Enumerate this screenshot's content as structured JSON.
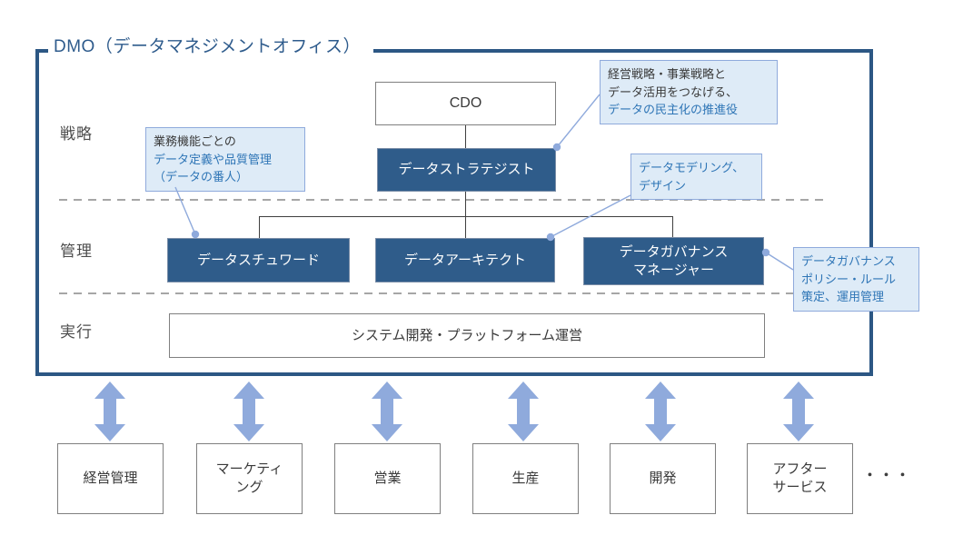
{
  "title": "DMO（データマネジメントオフィス）",
  "row_labels": {
    "strategy": "戦略",
    "management": "管理",
    "execution": "実行"
  },
  "org": {
    "cdo": "CDO",
    "strategist": "データストラテジスト",
    "steward": "データスチュワード",
    "architect": "データアーキテクト",
    "governance": "データガバナンス\nマネージャー",
    "platform": "システム開発・プラットフォーム運営"
  },
  "callouts": {
    "strategist": {
      "l1": "経営戦略・事業戦略と",
      "l2": "データ活用をつなげる、",
      "l3": "データの民主化の推進役"
    },
    "steward": {
      "l1": "業務機能ごとの",
      "l2": "データ定義や品質管理",
      "l3": "（データの番人）"
    },
    "architect": {
      "l1": "データモデリング、",
      "l2": "デザイン"
    },
    "governance": {
      "l1": "データガバナンス",
      "l2": "ポリシー・ルール",
      "l3": "策定、運用管理"
    }
  },
  "departments": [
    "経営管理",
    "マーケティ\nング",
    "営業",
    "生産",
    "開発",
    "アフター\nサービス"
  ],
  "ellipsis": "・・・",
  "colors": {
    "dark_box": "#2F5C8A",
    "frame_border": "#2C5784",
    "callout_bg": "#DEEBF7",
    "callout_border": "#8FAADC",
    "callout_text_blue": "#2E75B6",
    "arrow_blue": "#8FAADC",
    "gray_box_border": "#7F7F7F",
    "dash_gray": "#A6A6A6",
    "text_dark": "#3F3F3F",
    "title_blue": "#2E5B8C"
  }
}
